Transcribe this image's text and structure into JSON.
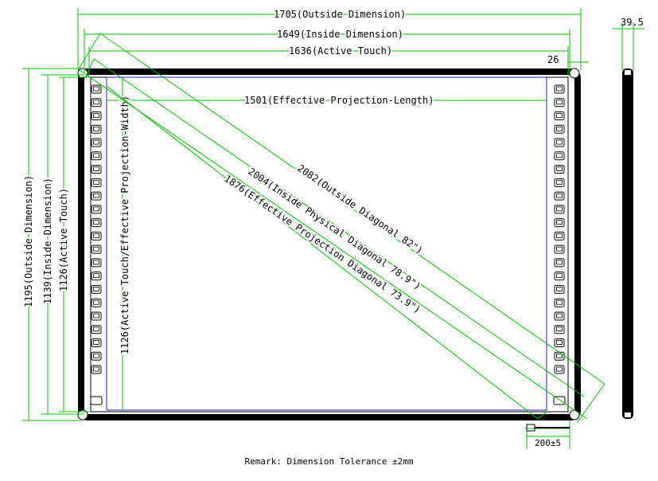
{
  "colors": {
    "dimension_line": "#00c000",
    "frame": "#000000",
    "projection_area": "#2020c0",
    "background": "#ffffff"
  },
  "labels": {
    "outside_width": "1705(Outside Dimension)",
    "inside_width": "1649(Inside Dimension)",
    "active_touch_width": "1636(Active Touch)",
    "effective_projection_length": "1501(Effective Projection-Length)",
    "frame_border": "26",
    "depth": "39.5",
    "outside_height": "1195(Outside Dimension)",
    "inside_height": "1139(Inside Dimension)",
    "active_touch_height": "1126(Active Touch)",
    "effective_projection_width": "1126(Active Touch/Effective Projection-Width)",
    "outside_diagonal": "2082(Outside Diagonal 82\")",
    "inside_physical_diagonal": "2004(Inside Physical Diagonal 78.9\")",
    "effective_projection_diagonal": "1876(Effective Projection Diagonal 73.9\")",
    "cable_length": "200±5",
    "remark": "Remark: Dimension Tolerance ±2mm"
  },
  "side_buttons": {
    "left_count": 22,
    "right_count": 22,
    "icons": [
      "monitor",
      "save",
      "open",
      "pen",
      "pen-width",
      "pen-color",
      "select",
      "eraser",
      "line",
      "rect",
      "circle",
      "undo",
      "redo",
      "zoom",
      "hand",
      "text",
      "shape",
      "page",
      "screen",
      "record",
      "menu",
      "keyboard"
    ]
  }
}
